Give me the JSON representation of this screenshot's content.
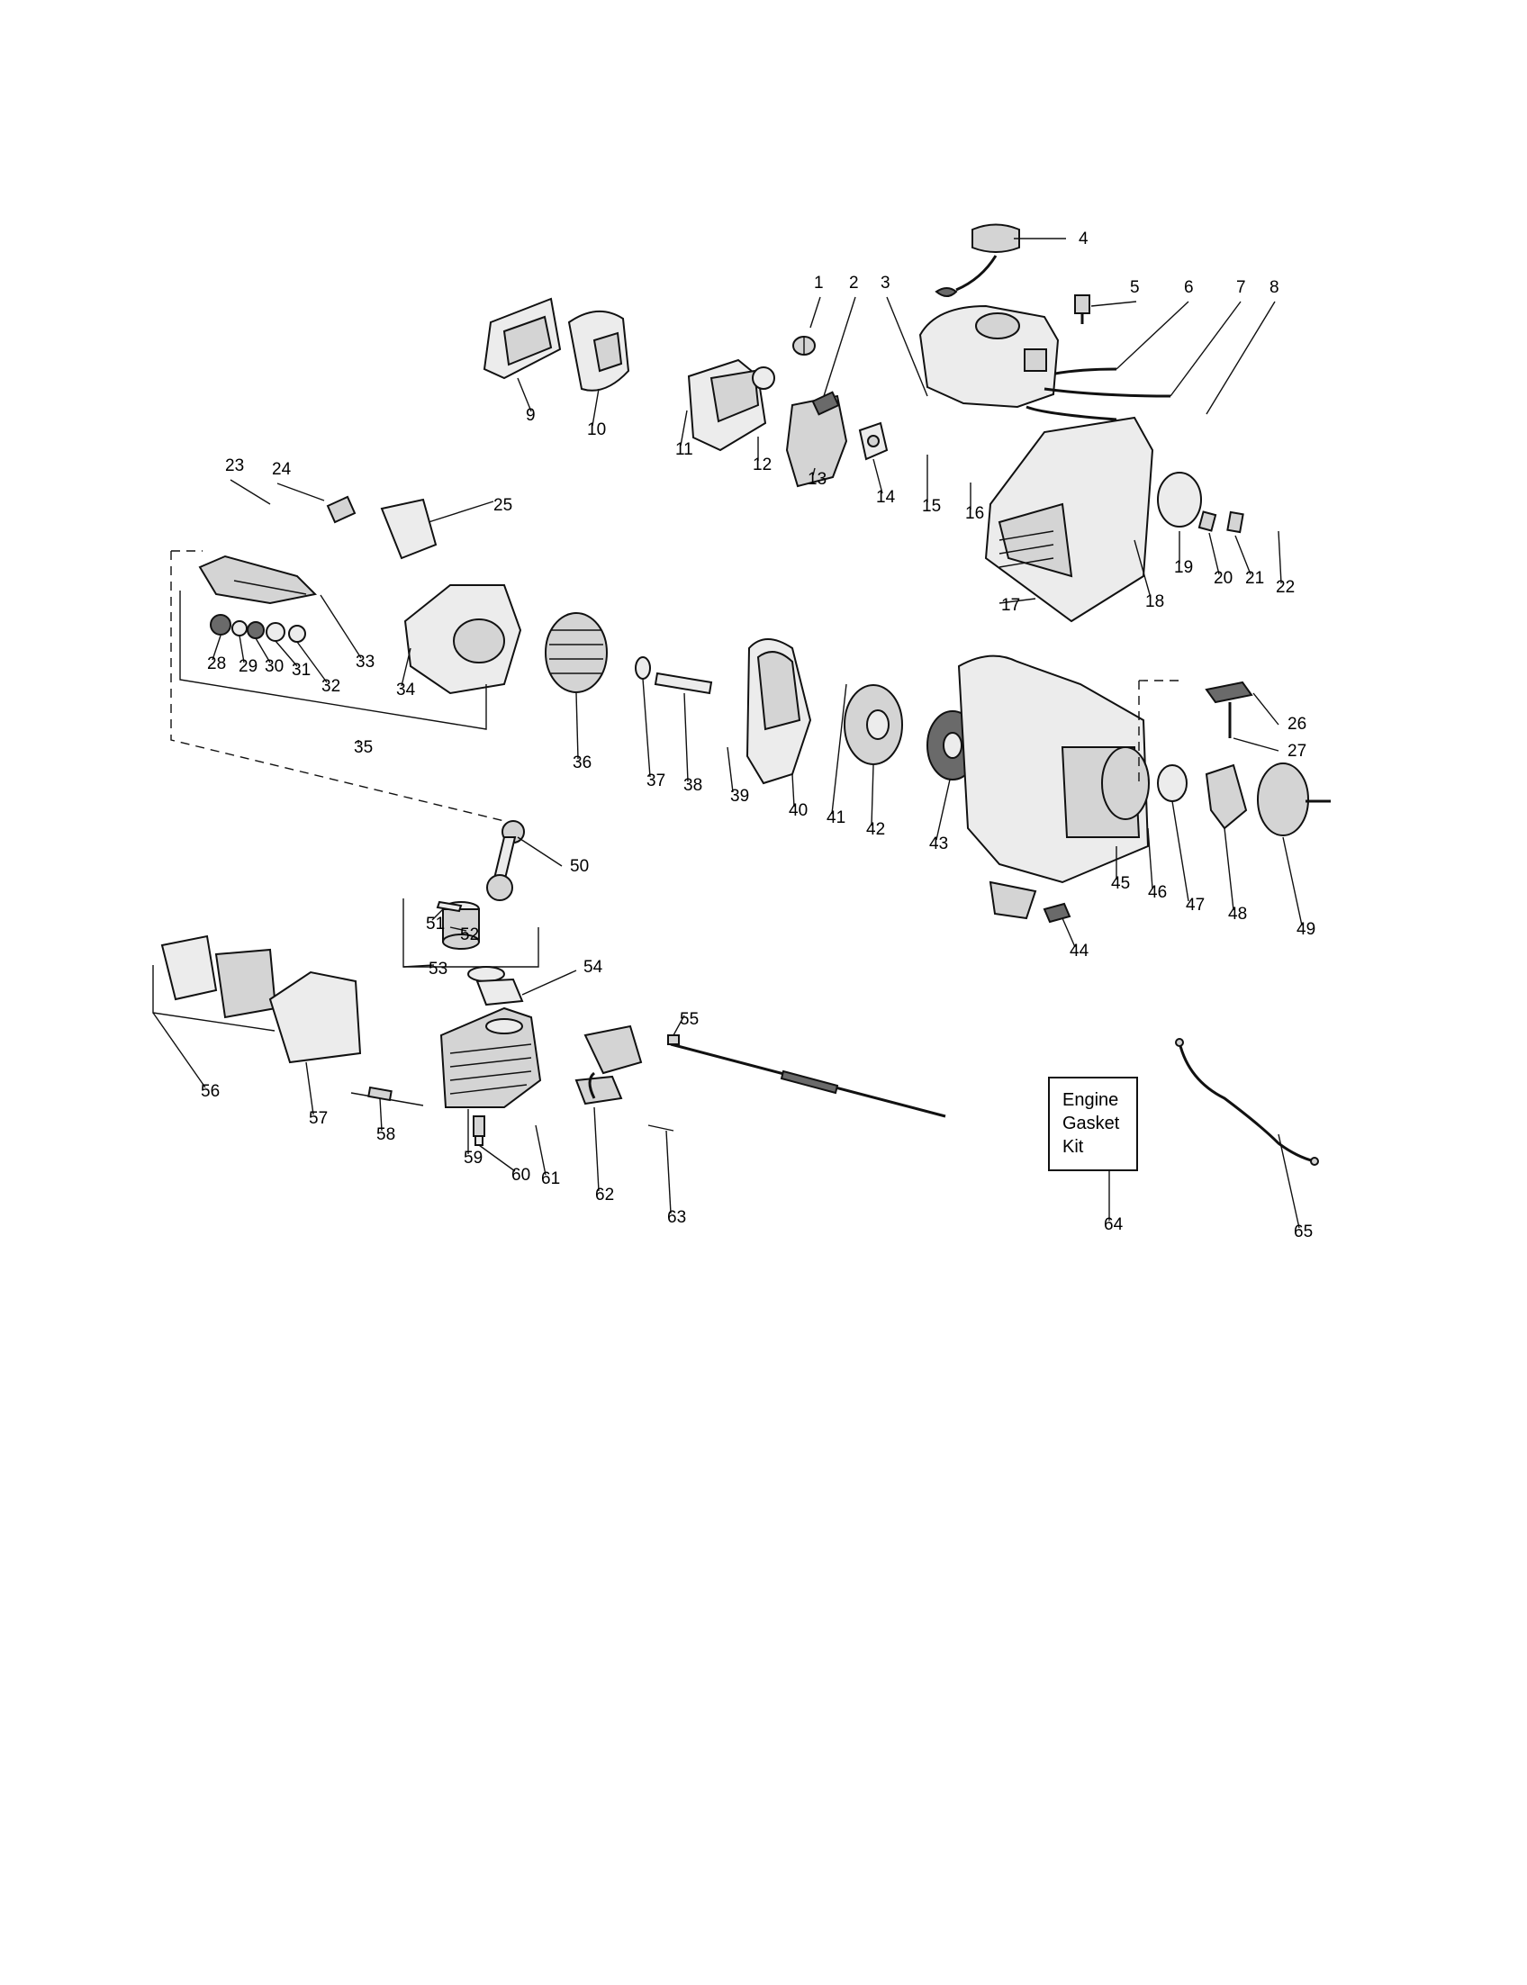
{
  "diagram": {
    "callouts": [
      "1",
      "2",
      "3",
      "4",
      "5",
      "6",
      "7",
      "8",
      "9",
      "10",
      "11",
      "12",
      "13",
      "14",
      "15",
      "16",
      "17",
      "18",
      "19",
      "20",
      "21",
      "22",
      "23",
      "24",
      "25",
      "26",
      "27",
      "28",
      "29",
      "30",
      "31",
      "32",
      "33",
      "34",
      "35",
      "36",
      "37",
      "38",
      "39",
      "40",
      "41",
      "42",
      "43",
      "44",
      "45",
      "46",
      "47",
      "48",
      "49",
      "50",
      "51",
      "52",
      "53",
      "54",
      "55",
      "56",
      "57",
      "58",
      "59",
      "60",
      "61",
      "62",
      "63",
      "64",
      "65"
    ],
    "kit_box": {
      "line1": "Engine",
      "line2": "Gasket",
      "line3": "Kit"
    }
  }
}
